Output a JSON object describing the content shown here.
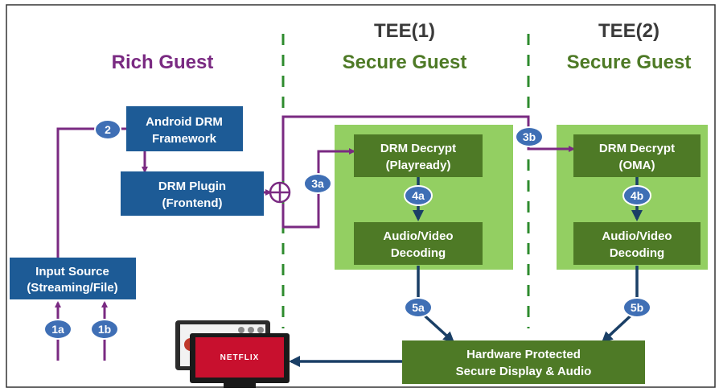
{
  "headers": {
    "rich_guest": "Rich Guest",
    "tee1": "TEE(1)",
    "tee2": "TEE(2)",
    "secure_guest_1": "Secure Guest",
    "secure_guest_2": "Secure Guest"
  },
  "boxes": {
    "android_drm": [
      "Android DRM",
      "Framework"
    ],
    "drm_plugin": [
      "DRM Plugin",
      "(Frontend)"
    ],
    "input_source": [
      "Input Source",
      "(Streaming/File)"
    ],
    "drm_decrypt_1": [
      "DRM Decrypt",
      "(Playready)"
    ],
    "av_decoding_1": [
      "Audio/Video",
      "Decoding"
    ],
    "drm_decrypt_2": [
      "DRM Decrypt",
      "(OMA)"
    ],
    "av_decoding_2": [
      "Audio/Video",
      "Decoding"
    ],
    "hw_protected": [
      "Hardware Protected",
      "Secure Display & Audio"
    ]
  },
  "badges": {
    "b1a": "1a",
    "b1b": "1b",
    "b2": "2",
    "b3a": "3a",
    "b3b": "3b",
    "b4a": "4a",
    "b4b": "4b",
    "b5a": "5a",
    "b5b": "5b"
  },
  "tv": {
    "brand": "NETFLIX"
  },
  "colors": {
    "purple": "#7a2a82",
    "navy_box": "#1d5b96",
    "green_box": "#4e7a26",
    "green_zone": "#93cf62",
    "dashed_green": "#2e8b2e",
    "badge": "#3f6fb5",
    "arrow_navy": "#1a3f66"
  }
}
